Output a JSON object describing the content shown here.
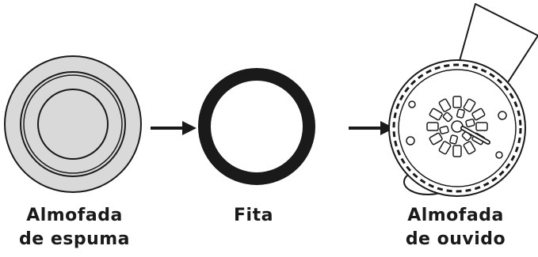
{
  "labels": {
    "foam_pad": [
      "Almofada",
      "de espuma"
    ],
    "tape": "Fita",
    "ear_pad": [
      "Almofada",
      "de ouvido"
    ]
  },
  "icons": [
    "foam-pad-icon",
    "tape-ring-icon",
    "earcup-icon",
    "arrow-right-icon"
  ],
  "colors": {
    "stroke": "#1a1a1a",
    "foam_fill": "#d9d9d9",
    "ring": "#1a1a1a"
  }
}
